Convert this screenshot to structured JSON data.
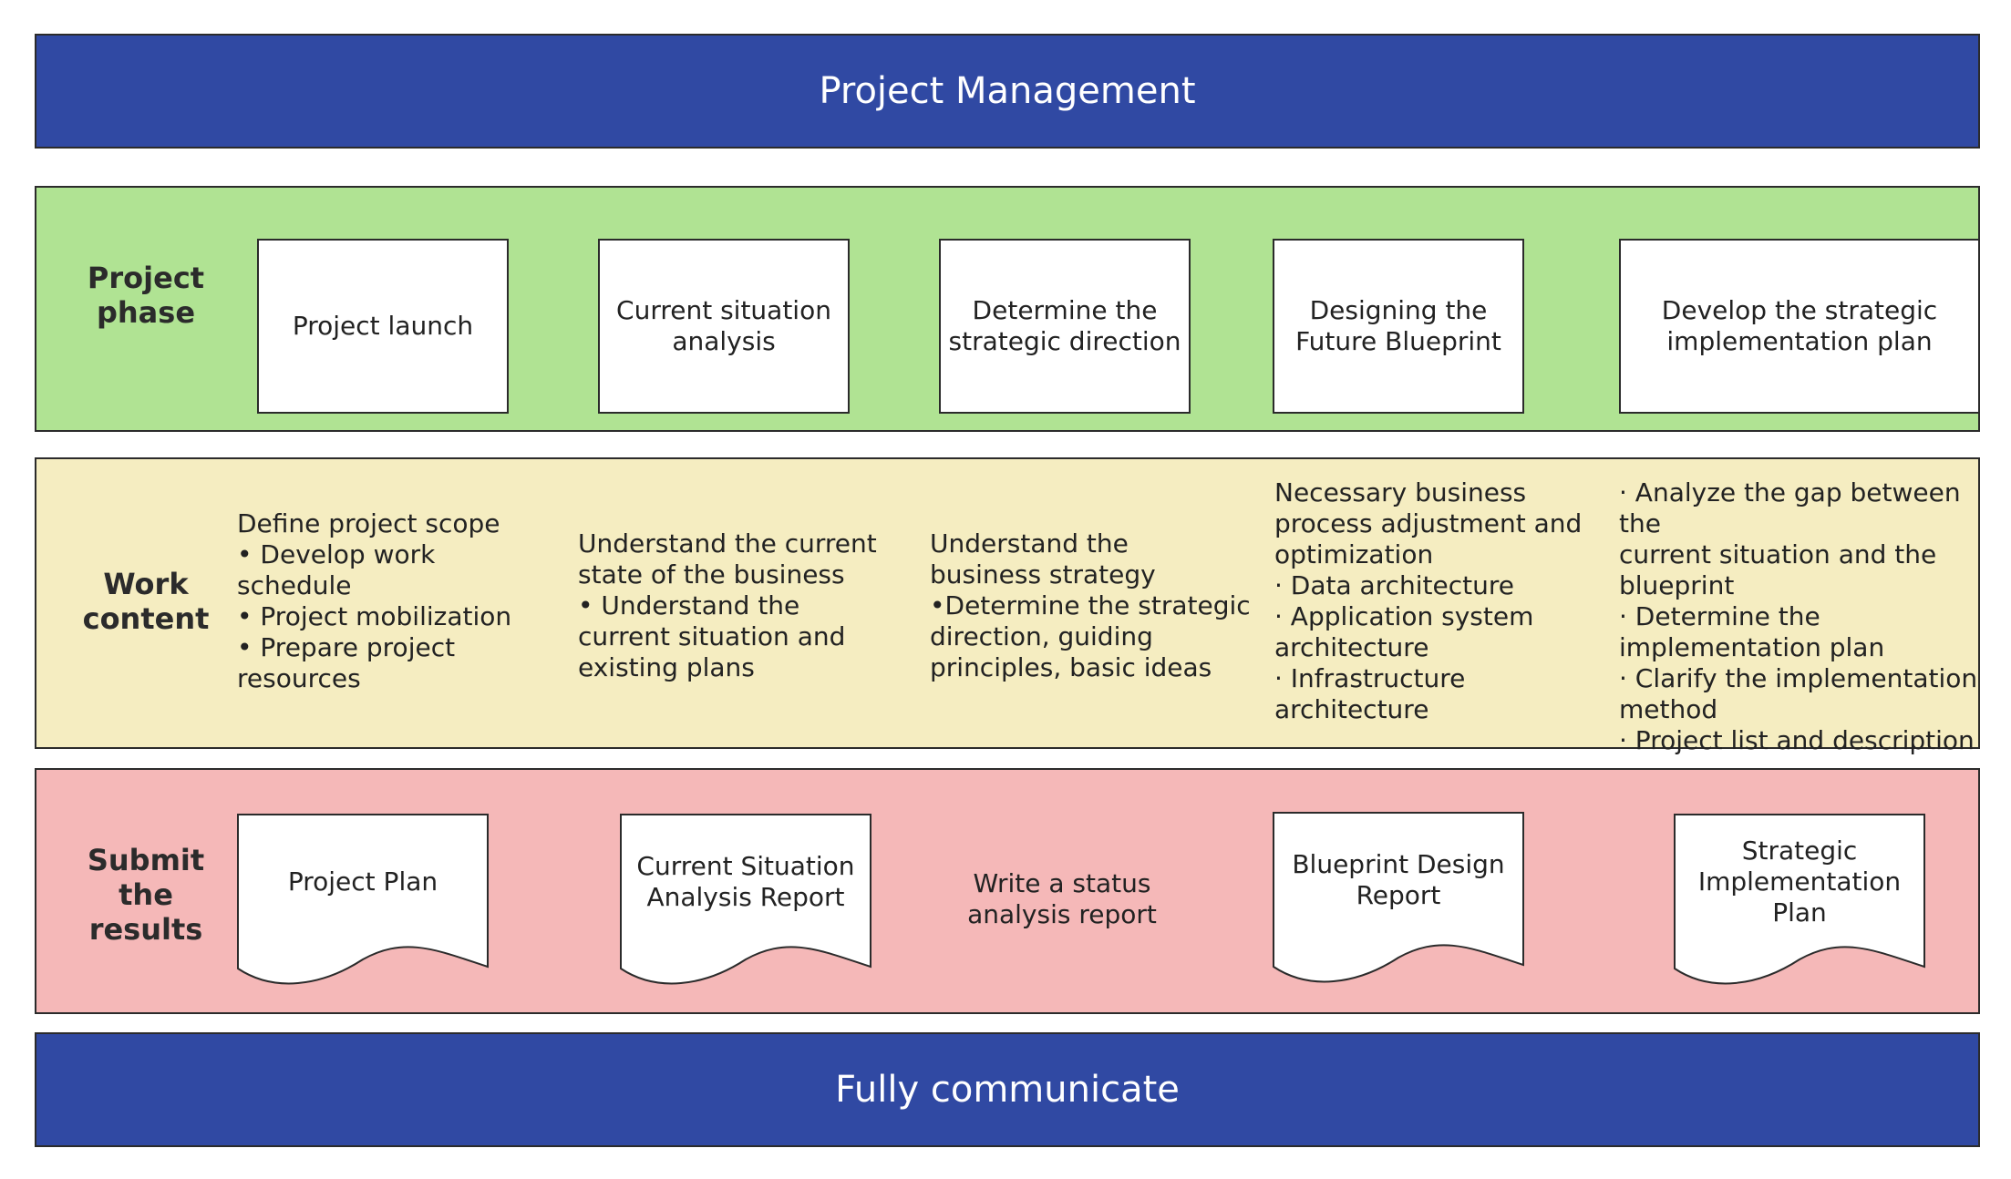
{
  "title": "Project Management",
  "footer": "Fully communicate",
  "phase": {
    "label": "Project\nphase",
    "items": [
      "Project launch",
      "Current situation analysis",
      "Determine the strategic direction",
      "Designing the Future Blueprint",
      "Develop the strategic implementation plan"
    ]
  },
  "work": {
    "label": "Work\ncontent",
    "items": [
      "Define project scope\n• Develop work\nschedule\n• Project mobilization\n• Prepare project\nresources",
      "Understand the current\nstate of the business\n• Understand the\ncurrent situation and\nexisting plans",
      "Understand the\nbusiness strategy\n•Determine the strategic\ndirection, guiding\nprinciples, basic ideas",
      "Necessary business\nprocess adjustment and\noptimization\n· Data architecture\n· Application system\narchitecture\n· Infrastructure\narchitecture",
      "· Analyze the gap between the\ncurrent situation and the\nblueprint\n· Determine the\nimplementation plan\n· Clarify the implementation\nmethod\n· Project list and description"
    ]
  },
  "results": {
    "label": "Submit\nthe\nresults",
    "items": [
      "Project Plan",
      "Current Situation Analysis Report",
      "Write a status analysis report",
      "Blueprint Design Report",
      "Strategic Implementation Plan"
    ]
  },
  "colors": {
    "banner": "#3049a3",
    "phase_row": "#b0e393",
    "work_row": "#f5edc1",
    "results_row": "#f5b8b8"
  }
}
